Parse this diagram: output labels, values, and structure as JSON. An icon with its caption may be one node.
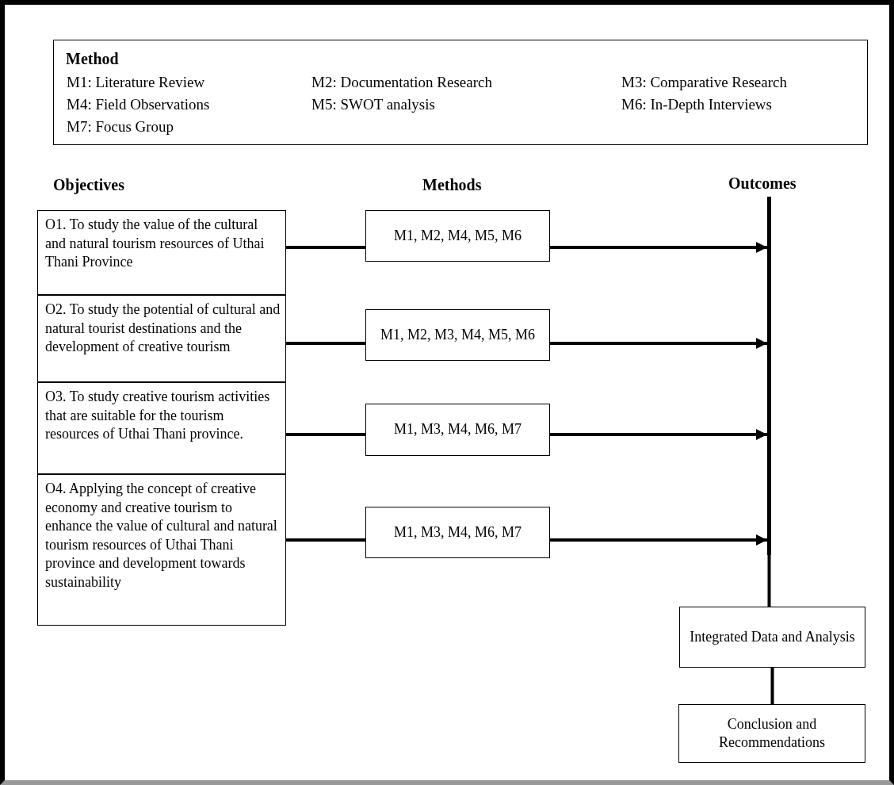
{
  "diagram": {
    "nodes": [
      {
        "text": [
          "Method",
          "M1: Literature Review",
          "M2: Documentation Research",
          "M3: Comparative Research",
          "M4: Field Observations",
          "M5: SWOT analysis",
          "M6: In-Depth Interviews",
          "M7: Focus Group"
        ]
      },
      {
        "text": [
          "O1. To study the value of the cultural and natural tourism resources of Uthai Thani Province"
        ]
      },
      {
        "text": [
          "O2. To study the potential of cultural and natural tourist destinations and the development of creative tourism"
        ]
      },
      {
        "text": [
          "O3. To study creative tourism activities that are suitable for the tourism resources of Uthai Thani province."
        ]
      },
      {
        "text": [
          "O4. Applying the concept of creative economy and creative tourism to enhance the value of cultural and natural tourism resources of Uthai Thani province and development towards sustainability"
        ]
      },
      {
        "text": [
          "M1, M2, M4, M5, M6"
        ]
      },
      {
        "text": [
          "M1, M2, M3, M4, M5, M6"
        ]
      },
      {
        "text": [
          "M1, M3, M4, M6, M7"
        ]
      },
      {
        "text": [
          "M1, M3, M4, M6, M7"
        ]
      },
      {
        "text": [
          "Outcomes"
        ]
      },
      {
        "text": [
          "Integrated Data and Analysis"
        ]
      },
      {
        "text": [
          "Conclusion and Recommendations"
        ]
      }
    ],
    "edges": [
      {
        "from": 1,
        "to": 5,
        "arrow": "none"
      },
      {
        "from": 5,
        "to": 9,
        "arrow": "to"
      },
      {
        "from": 2,
        "to": 6,
        "arrow": "none"
      },
      {
        "from": 6,
        "to": 9,
        "arrow": "to"
      },
      {
        "from": 3,
        "to": 7,
        "arrow": "none"
      },
      {
        "from": 7,
        "to": 9,
        "arrow": "to"
      },
      {
        "from": 4,
        "to": 8,
        "arrow": "none"
      },
      {
        "from": 8,
        "to": 9,
        "arrow": "to"
      },
      {
        "from": 9,
        "to": 10,
        "arrow": "none"
      },
      {
        "from": 10,
        "to": 11,
        "arrow": "none"
      }
    ],
    "labels": [
      "Objectives",
      "Methods"
    ]
  }
}
